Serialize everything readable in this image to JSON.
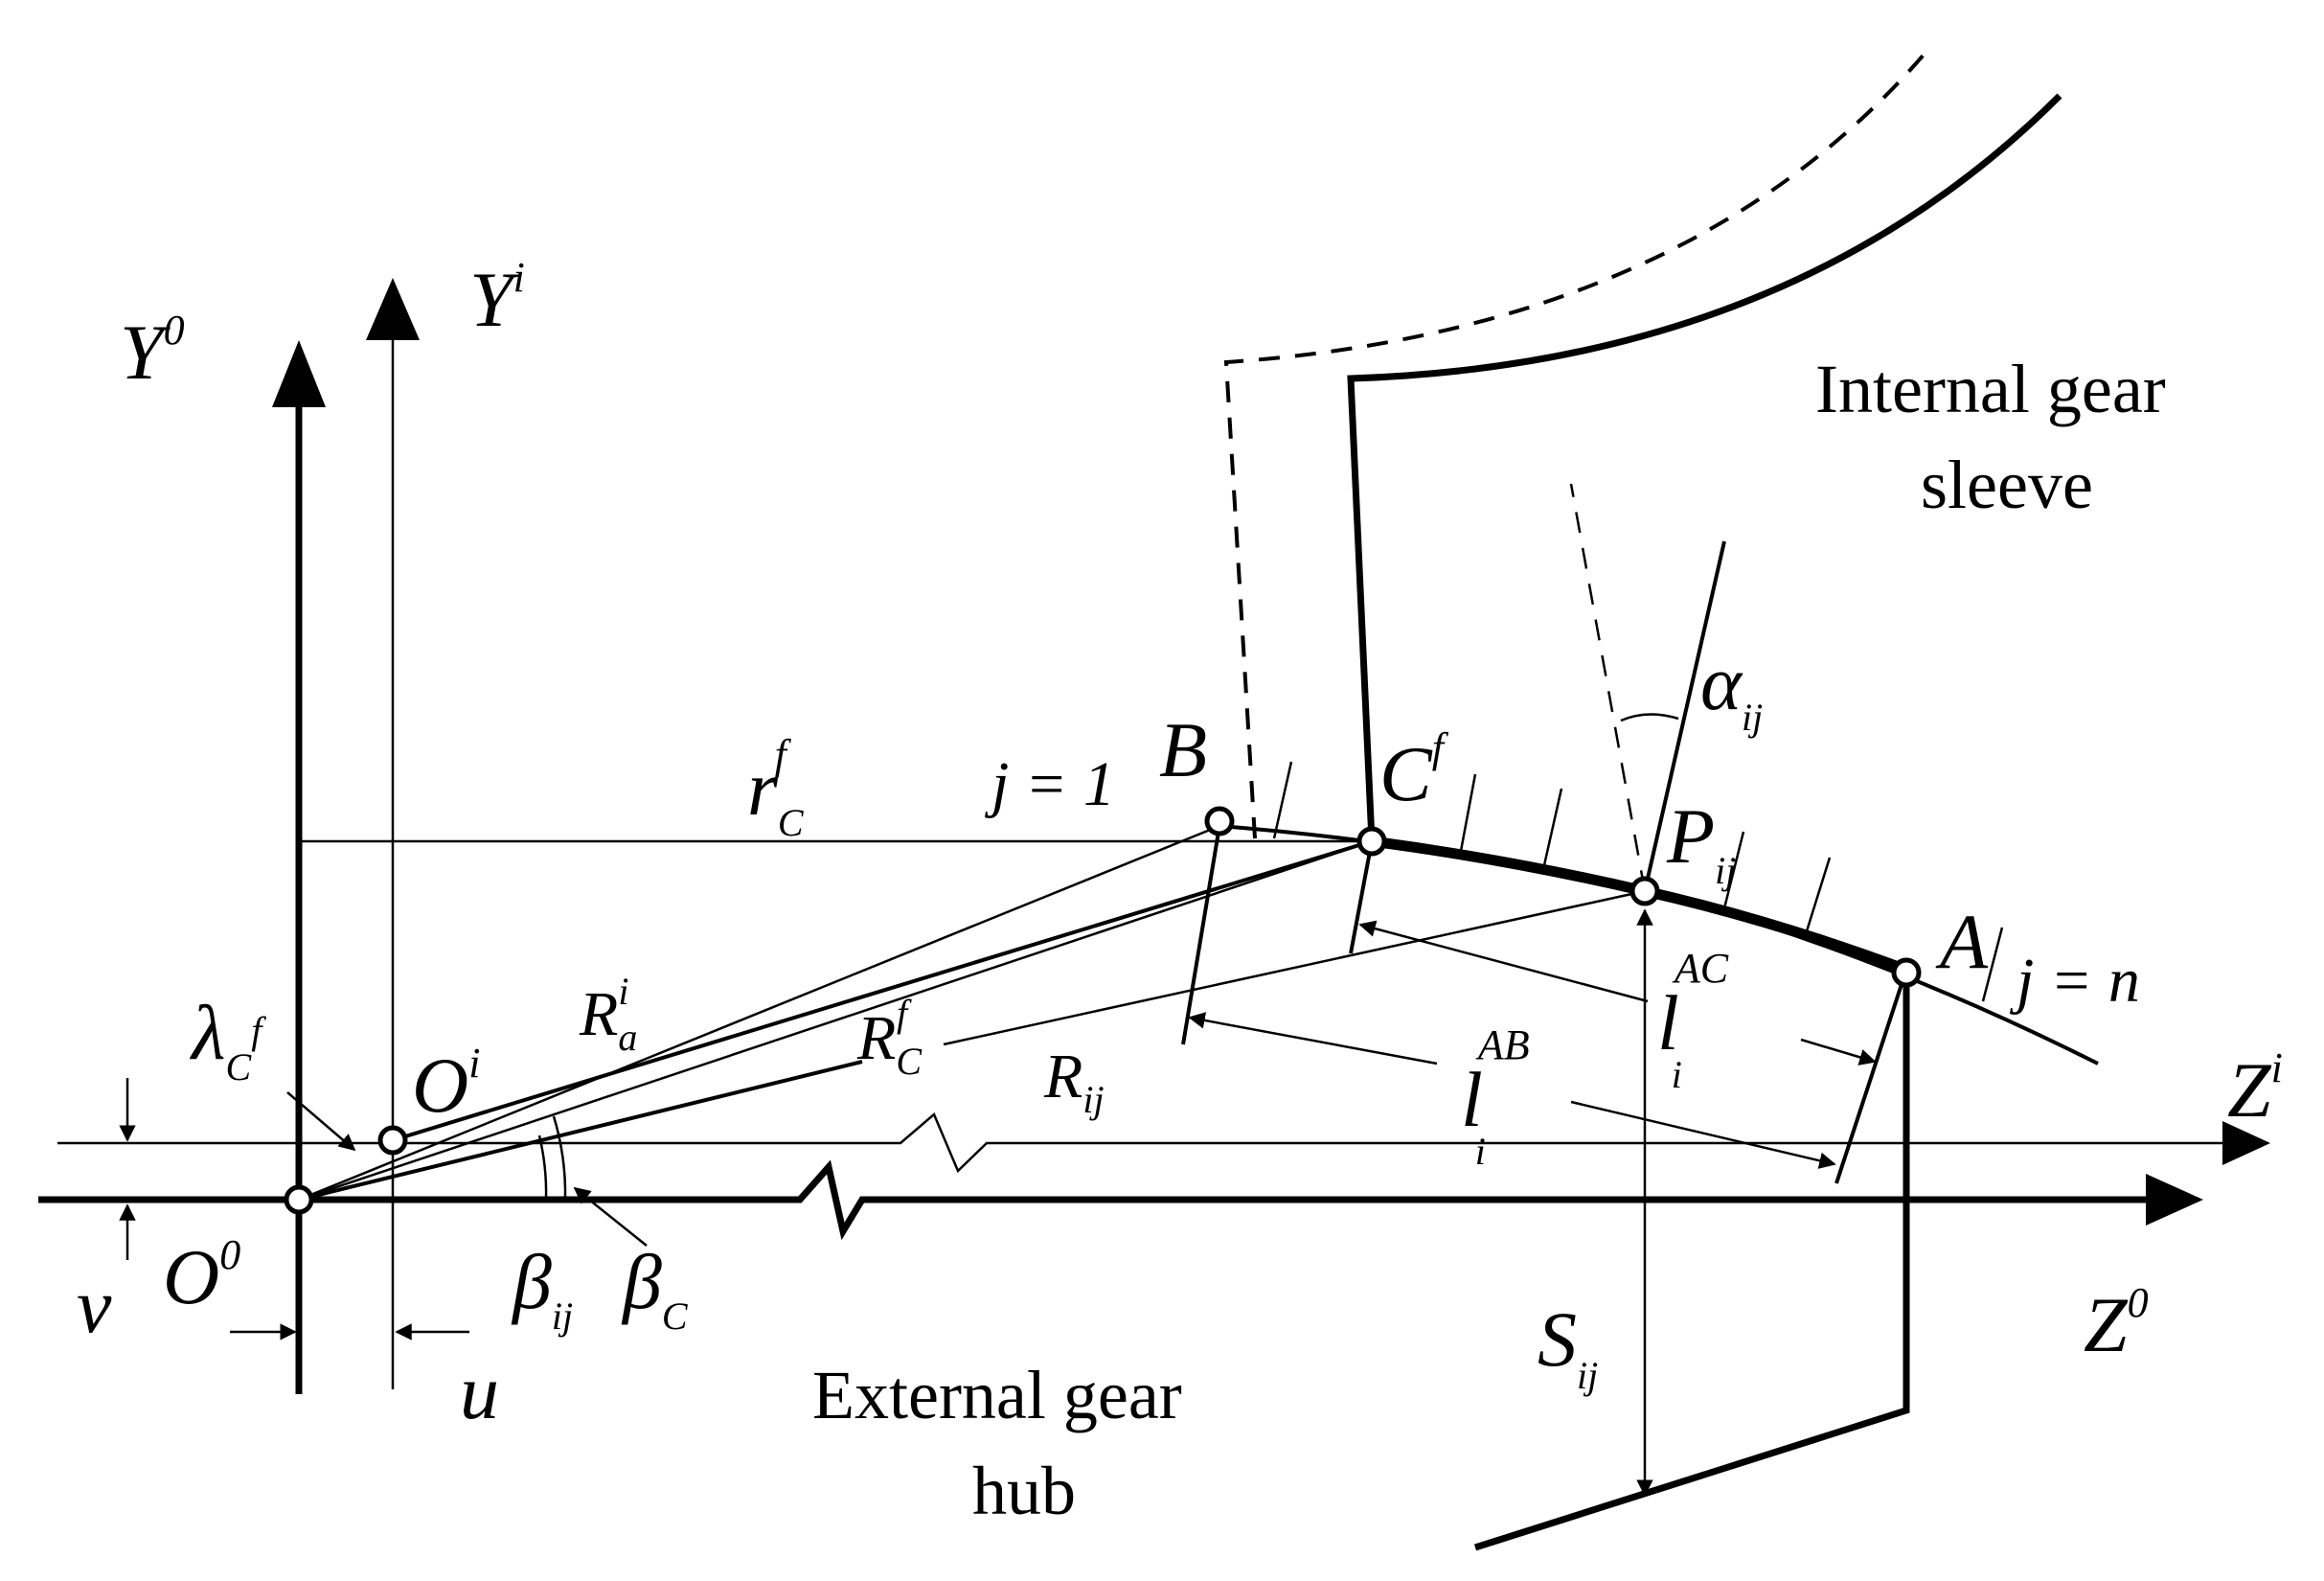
{
  "labels": {
    "y0": "Y",
    "y0_sup": "0",
    "yi": "Y",
    "yi_sup": "i",
    "z0": "Z",
    "z0_sup": "0",
    "zi": "Z",
    "zi_sup": "i",
    "o0": "O",
    "o0_sup": "0",
    "oi": "O",
    "oi_sup": "i",
    "u": "u",
    "v": "v",
    "lambda": "λ",
    "lambda_sub": "C",
    "lambda_subsup": "f",
    "beta_ij": "β",
    "beta_ij_sub": "ij",
    "beta_c": "β",
    "beta_c_sub": "C",
    "r_cf": "r",
    "r_cf_sub": "C",
    "r_cf_sup": "f",
    "ra_i": "R",
    "ra_i_sub": "a",
    "ra_i_sup": "i",
    "rc_f": "R",
    "rc_f_sub": "C",
    "rc_f_sup": "f",
    "r_ij": "R",
    "r_ij_sub": "ij",
    "j1": "j = 1",
    "jn": "j = n",
    "b": "B",
    "cf": "C",
    "cf_sup": "f",
    "a": "A",
    "p_ij": "P",
    "p_ij_sub": "ij",
    "alpha_ij": "α",
    "alpha_ij_sub": "ij",
    "l_ab": "l",
    "l_ab_sub": "i",
    "l_ab_sup": "AB",
    "l_ac": "l",
    "l_ac_sub": "i",
    "l_ac_sup": "AC",
    "s_ij": "S",
    "s_ij_sub": "ij",
    "internal_line1": "Internal gear",
    "internal_line2": "sleeve",
    "external_line1": "External gear",
    "external_line2": "hub"
  }
}
